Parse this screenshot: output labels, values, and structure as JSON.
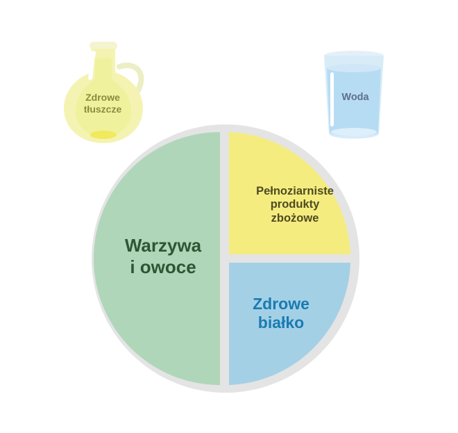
{
  "plate": {
    "vegetables": {
      "line1": "Warzywa",
      "line2": "i owoce",
      "color": "#b0d6b9",
      "text_color": "#2f5535"
    },
    "grains": {
      "line1": "Pełnoziarniste",
      "line2": "produkty",
      "line3": "zbożowe",
      "color": "#f4ec7f",
      "text_color": "#4e4a22"
    },
    "protein": {
      "line1": "Zdrowe",
      "line2": "białko",
      "color": "#a4d0e6",
      "text_color": "#1a7bb2"
    },
    "rim_color": "#e4e4e4"
  },
  "oil_bottle": {
    "line1": "Zdrowe",
    "line2": "tłuszcze",
    "color": "#f3f2a9"
  },
  "water_glass": {
    "label": "Woda",
    "color": "#b6dcf3"
  }
}
